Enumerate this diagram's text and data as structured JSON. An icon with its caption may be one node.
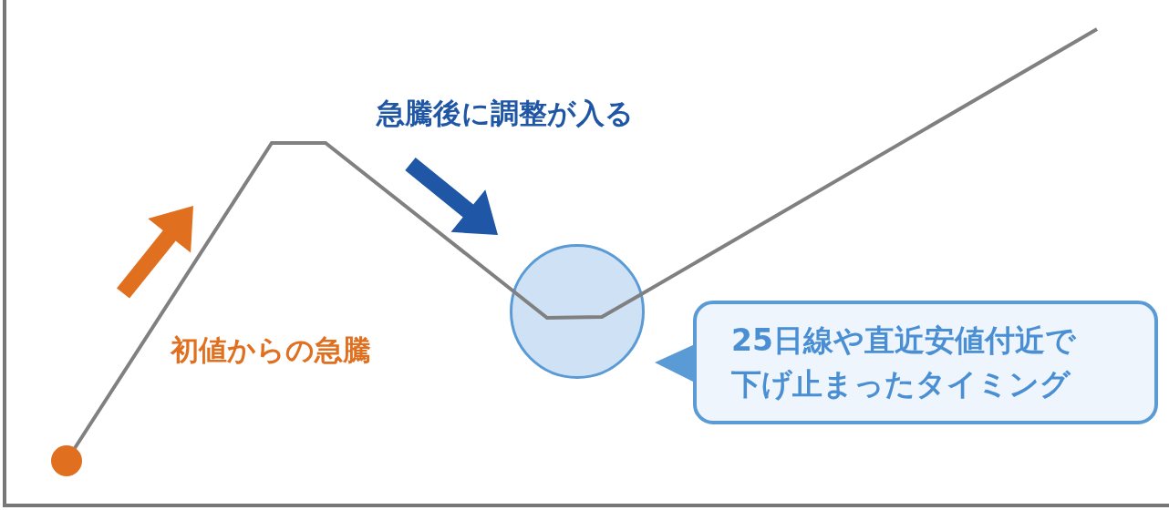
{
  "diagram": {
    "nodes": [
      {
        "text": [],
        "shape": "circle"
      },
      {
        "text": [
          "25日線や直近安値付近で下げ止まったタイミング"
        ]
      }
    ],
    "labels": [
      "急騰後に調整が入る",
      "初値からの急騰"
    ]
  }
}
